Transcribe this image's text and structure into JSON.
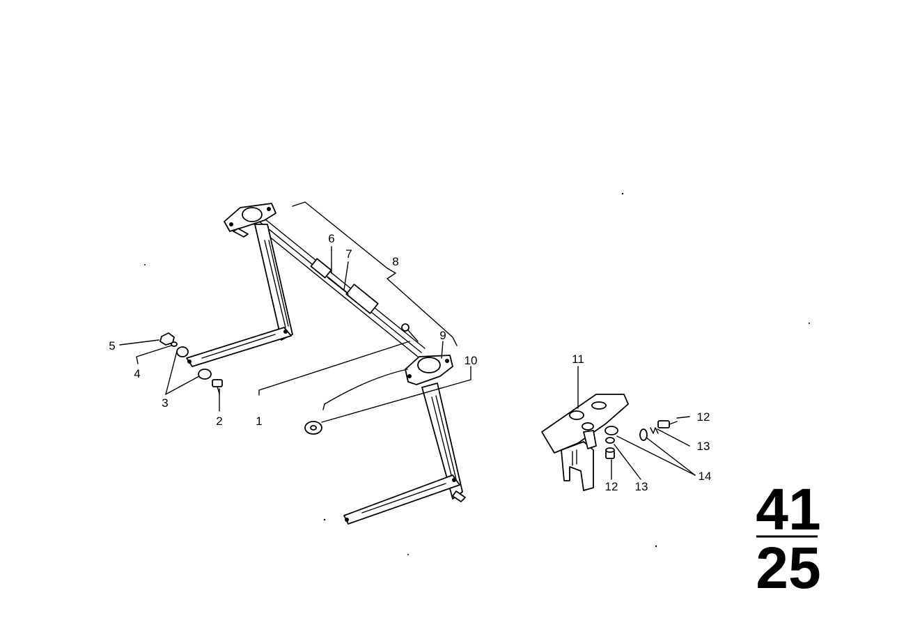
{
  "labels": [
    {
      "id": "1",
      "text": "1"
    },
    {
      "id": "2",
      "text": "2"
    },
    {
      "id": "3",
      "text": "3"
    },
    {
      "id": "4",
      "text": "4"
    },
    {
      "id": "5",
      "text": "5"
    },
    {
      "id": "6",
      "text": "6"
    },
    {
      "id": "7",
      "text": "7"
    },
    {
      "id": "8",
      "text": "8"
    },
    {
      "id": "9",
      "text": "9"
    },
    {
      "id": "10",
      "text": "10"
    },
    {
      "id": "11",
      "text": "11"
    },
    {
      "id": "12a",
      "text": "12"
    },
    {
      "id": "12b",
      "text": "12"
    },
    {
      "id": "13a",
      "text": "13"
    },
    {
      "id": "13b",
      "text": "13"
    },
    {
      "id": "14",
      "text": "14"
    }
  ],
  "group": {
    "top": "41",
    "bottom": "25"
  }
}
